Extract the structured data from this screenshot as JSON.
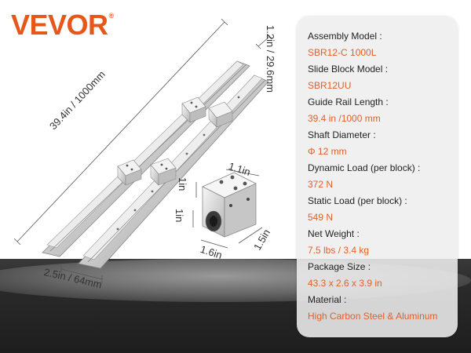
{
  "brand": {
    "logo_text": "VEVOR",
    "registered_mark": "®",
    "accent_color": "#e8571a"
  },
  "dimensions": {
    "rail_length": "39.4in / 1000mm",
    "rail_height": "1.2in / 29.6mm",
    "rail_width": "2.5in / 64mm",
    "block_top": "1.1in",
    "block_side_a": "1in",
    "block_side_b": "1in",
    "block_length": "1.6in",
    "block_depth": "1.5in"
  },
  "specs": [
    {
      "label": "Assembly Model :",
      "value": "SBR12-C  1000L"
    },
    {
      "label": "Slide Block Model :",
      "value": "SBR12UU"
    },
    {
      "label": "Guide Rail Length :",
      "value": "39.4 in /1000 mm"
    },
    {
      "label": "Shaft Diameter :",
      "value": "Φ 12 mm"
    },
    {
      "label": "Dynamic Load (per block) :",
      "value": "372 N"
    },
    {
      "label": "Static Load (per block) :",
      "value": "549 N"
    },
    {
      "label": "Net Weight :",
      "value": "7.5 lbs / 3.4 kg"
    },
    {
      "label": "Package Size :",
      "value": "43.3 x 2.6 x 3.9 in"
    },
    {
      "label": "Material :",
      "value": "High Carbon Steel & Aluminum"
    }
  ]
}
